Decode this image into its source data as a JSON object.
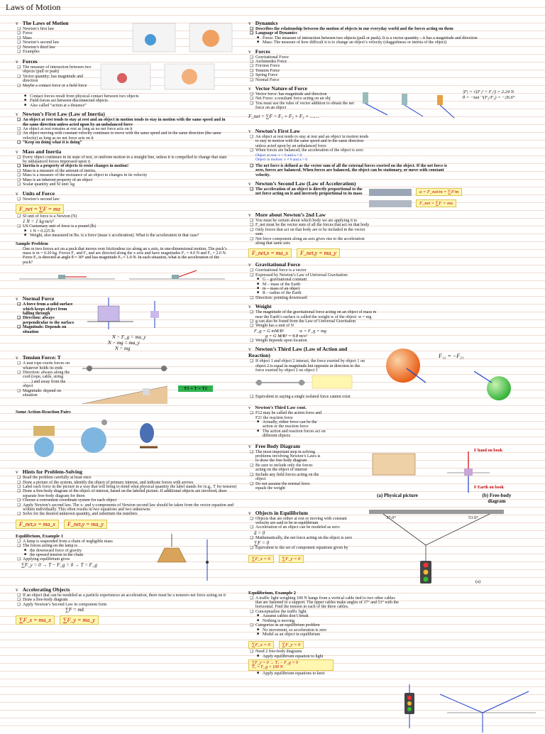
{
  "title": "Laws of Motion",
  "left": {
    "laws": {
      "heading": "The Laws of Motion",
      "items": [
        "Newton’s first law",
        "Force",
        "Mass",
        "Newton’s second law",
        "Newton’s third law",
        "Examples"
      ]
    },
    "forces": {
      "heading": "Forces",
      "items": [
        "The measure of interaction between two objects (pull or push)",
        "Vector quantity: has magnitude and direction",
        "Maybe a contact force or a field force"
      ],
      "sub": [
        "Contact forces result from physical contact between two objects",
        "Field forces act between disconnected objects",
        "Also called “action at a distance”"
      ]
    },
    "first_law": {
      "heading": "Newton’s First Law (Law of Inertia)",
      "items": [
        "An object at rest tends to stay at rest and an object in motion tends to stay in motion with the same speed and in the same direction unless acted upon by an unbalanced force",
        "An object at rest remains at rest as long as no net force acts on it",
        "An object moving with constant velocity continues to move with the same speed and in the same direction (the same velocity) as long as no net force acts on it",
        "“Keep on doing what it is doing”"
      ]
    },
    "mass": {
      "heading": "Mass and Inertia",
      "items": [
        "Every object continues in its state of rest, or uniform motion in a straight line, unless it is compelled to change that state by unbalanced forces impressed upon it",
        "Inertia is a property of objects to resist changes in motion!",
        "Mass is a measure of the amount of inertia.",
        "Mass is a measure of the resistance of an object to changes in its velocity",
        "Mass is an inherent property of an object",
        "Scalar quantity and SI unit: kg"
      ]
    },
    "units": {
      "heading": "Units of Force",
      "items": [
        "Newton’s second law:",
        "SI unit of force is a Newton (N)",
        "US Customary unit of force is a pound (lb)"
      ],
      "formula": "F_net = ∑F = ma",
      "newton": "1 N = 1 kg·m/s²",
      "sub": [
        "1 N = 0.225 lb",
        "Weight, also measured in lbs. is a force (mass x acceleration). What is the acceleration in that case?"
      ]
    },
    "sample": {
      "heading": "Sample Problem",
      "text": "One or two forces act on a puck that moves over frictionless ice along an x axis, in one-dimensional motion. The puck’s mass is m = 0.20 kg. Forces F₁ and F₂ and are directed along the x axis and have magnitudes F₁ = 4.0 N and F₂ = 2.0 N. Force F₃ is directed at angle θ = 30° and has magnitude F₃ = 1.0 N. In each situation, what is the acceleration of the puck?"
    },
    "normal": {
      "heading": "Normal Force",
      "items": [
        "A force from a solid surface which keeps object from falling through",
        "Direction: always perpendicular to the surface",
        "Magnitude: Depends on situation"
      ],
      "eq1": "N − F_g = ma_y",
      "eq2": "N − mg = ma_y",
      "eq3": "N = mg"
    },
    "tension": {
      "heading": "Tension Force: T",
      "items": [
        "A taut rope exerts forces on whatever holds its ends",
        "Direction: always along the cord (rope, cable, string ……) and away from the object",
        "Magnitude: depend on situation"
      ],
      "label": "T1 = T = T2"
    },
    "pairs": {
      "heading": "Some Action-Reaction Pairs"
    },
    "hints": {
      "heading": "Hints for Problem-Solving",
      "items": [
        "Read the problem carefully at least once",
        "Draw a picture of the system, identify the object of primary interest, and indicate forces with arrows",
        "Label each force in the picture in a way that will bring to mind what physical quantity the label stands for (e.g., T for tension)",
        "Draw a free-body diagram of the object of interest, based on the labeled picture. If additional objects are involved, draw separate free-body diagram for them",
        "Choose a convenient coordinate system for each object",
        "Apply Newton’s second law. The x- and y-components of Newton second law should be taken from the vector equation and written individually. This often results in two equations and two unknowns",
        "Solve for the desired unknown quantity, and substitute the numbers"
      ],
      "fx": "F_net,x = ma_x",
      "fy": "F_net,y = ma_y"
    },
    "eq1": {
      "heading": "Equilibrium, Example 1",
      "items": [
        "A lamp is suspended from a chain of negligible mass",
        "The forces acting on the lamp is",
        "Applying equilibrium gives"
      ],
      "sub": [
        "the downward force of gravity",
        "the upward tension in the chain"
      ],
      "formula": "∑F_y = 0 → T − F_g = 0 → T = F_g"
    },
    "accel": {
      "heading": "Accelerating Objects",
      "items": [
        "If an object that can be modeled as a particle experiences an acceleration, there must be a nonzero net force acting on it",
        "Draw a free-body diagram",
        "Apply Newton’s Second Law in component form"
      ],
      "formula": "∑F = mā",
      "fx": "∑F_x = ma_x",
      "fy": "∑F_y = ma_y"
    }
  },
  "right": {
    "dynamics": {
      "heading": "Dynamics",
      "items": [
        "Describes the relationship between the motion of objects in our everyday world and the forces acting on them",
        "Language of Dynamics"
      ],
      "sub": [
        "Force: The measure of interaction between two objects (pull or push). It is a vector quantity – it has a magnitude and direction",
        "Mass: The measure of how difficult it is to change an object’s velocity (sluggishness or inertia of the object)"
      ]
    },
    "forces": {
      "heading": "Forces",
      "items": [
        "Gravitational Force",
        "Archimedes Force",
        "Friction Force",
        "Tension Force",
        "Spring Force",
        "Normal Force"
      ]
    },
    "vector": {
      "heading": "Vector Nature of Force",
      "items": [
        "Vector force: has magnitude and direction",
        "Net Force: a resultant force acting on an obj",
        "You must use the rules of vector addition to obtain the net force on an object"
      ],
      "formula": "F_net = ∑F = F₁ + F₂ + F₃ + ……",
      "result": "|F| = √(F₁² + F₂²) = 2.24 N",
      "angle": "θ = −tan⁻¹(F₂/F₁) = −26.6°"
    },
    "first_law": {
      "heading": "Newton’s First Law",
      "items": [
        "An object at rest tends to stay at rest and an object in motion tends to stay in motion with the same speed and in the same direction unless acted upon by an unbalanced force",
        "When forces are balanced, the acceleration of the object is zero"
      ],
      "sub": [
        "Object at rest: v = 0 and a = 0",
        "Object in motion: v ≠ 0 and a = 0"
      ],
      "note": "The net force is defined as the vector sum of all the external forces exerted on the object. If the net force is zero, forces are balanced. When forces are balanced, the object can be stationary, or move with constant velocity."
    },
    "second_law": {
      "heading": "Newton’s Second Law (Law of Acceleration)",
      "items": [
        "The acceleration of an object is directly proportional to the net force acting on it and inversely proportional to its mass"
      ],
      "f1": "a = F_net/m = ∑F/m",
      "f2": "F_net = ∑F = ma"
    },
    "more": {
      "heading": "More about Newton’s 2nd Law",
      "items": [
        "You must be certain about which body we are applying it to",
        "F_net must be the vector sum of all the forces that act on that body",
        "Only forces that act on that body are to be included in the vector sum",
        "Net force component along an axis gives rise to the acceleration along that same axis"
      ],
      "fx": "F_net,x = ma_x",
      "fy": "F_net,y = ma_y"
    },
    "grav": {
      "heading": "Gravitational Force",
      "items": [
        "Gravitational force is a vector",
        "Expressed by Newton’s Law of Universal Gravitation:",
        "Direction: pointing downward"
      ],
      "sub": [
        "G – gravitational constant",
        "M – mass of the Earth",
        "m – mass of an object",
        "R – radius of the Earth"
      ]
    },
    "weight": {
      "heading": "Weight",
      "items": [
        "The magnitude of the gravitational force acting on an object of mass m near the Earth’s surface is called the weight w of the object: w = mg",
        "g can also be found from the Law of Universal Gravitation",
        "Weight has a unit of N",
        "Weight depends upon location"
      ],
      "f1": "F_g = G mM/R²",
      "f2": "w = F_g = mg",
      "f3": "g = G M/R² = 9.8 m/s²"
    },
    "third_law": {
      "heading": "Newton’s Third Law (Law of Action and Reaction)",
      "items": [
        "If object 1 and object 2 interact, the force exerted by object 1 on object 2 is equal in magnitude but opposite in direction to the force exerted by object 2 on object 1",
        "Equivalent to saying a single isolated force cannot exist"
      ],
      "formula": "F₁₂ = −F₂₁"
    },
    "third_cont": {
      "heading": "Newton’s Third Law cont.",
      "items": [
        "F12 may be called the action force and F21 the reaction force"
      ],
      "sub": [
        "Actually, either force can be the action or the reaction force",
        "The action and reaction forces act on different objects"
      ]
    },
    "fbd": {
      "heading": "Free Body Diagram",
      "items": [
        "The most important step in solving problems involving Newton’s Laws is to draw the free body diagram",
        "Be sure to include only the forces acting on the object of interest",
        "Include any field forces acting on the object",
        "Do not assume the normal force equals the weight"
      ],
      "label_top": "F hand on book",
      "label_bot": "F Earth on book",
      "cap_a": "(a) Physical picture",
      "cap_b": "(b) Free-body diagram"
    },
    "equil": {
      "heading": "Objects in Equilibrium",
      "items": [
        "Objects that are either at rest or moving with constant velocity are said to be in equilibrium",
        "Acceleration of an object can be modeled as zero:",
        "Mathematically, the net force acting on the object is zero",
        "Equivalent to the set of component equations given by"
      ],
      "a0": "ā = 0",
      "f0": "∑F = 0",
      "fx": "∑F_x = 0",
      "fy": "∑F_y = 0"
    },
    "eq2": {
      "heading": "Equilibrium, Example 2",
      "items": [
        "A traffic light weighing 100 N hangs from a vertical cable tied to two other cables that are fastened to a support. The upper cables make angles of 37° and 53° with the horizontal. Find the tension in each of the three cables.",
        "Conceptualize the traffic light",
        "Categorize as an equilibrium problem",
        "Need 2 free-body diagrams"
      ],
      "sub1": [
        "Assume cables don’t break",
        "Nothing is moving"
      ],
      "sub2": [
        "No movement, so acceleration is zero",
        "Model as an object in equilibrium"
      ],
      "sub3": [
        "Apply equilibrium equation to light"
      ],
      "fx": "∑F_x = 0",
      "fy": "∑F_y = 0",
      "l1": "∑F_y = 0 → T₃ − F_g = 0",
      "l2": "T₃ = F_g = 100 N",
      "sub4": "Apply equilibrium equations to knot",
      "a1": "37.0°",
      "a2": "53.0°",
      "cap": "(a)"
    }
  }
}
